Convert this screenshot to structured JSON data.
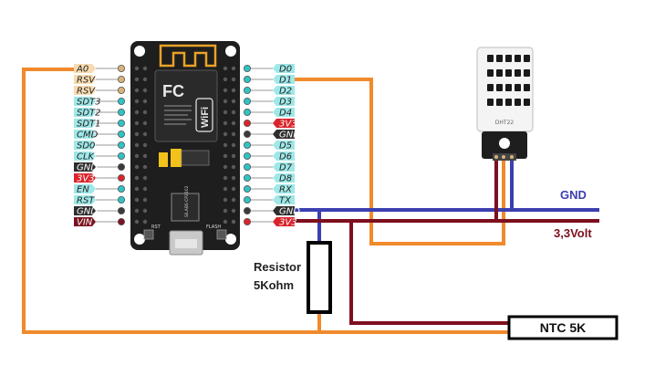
{
  "left_pins": [
    {
      "label": "A0",
      "type": "analog"
    },
    {
      "label": "RSV",
      "type": "analog"
    },
    {
      "label": "RSV",
      "type": "analog"
    },
    {
      "label": "SDT3",
      "type": "gpio"
    },
    {
      "label": "SDT2",
      "type": "gpio"
    },
    {
      "label": "SDT1",
      "type": "gpio"
    },
    {
      "label": "CMD",
      "type": "gpio"
    },
    {
      "label": "SD0",
      "type": "gpio"
    },
    {
      "label": "CLK",
      "type": "gpio"
    },
    {
      "label": "GND",
      "type": "gnd"
    },
    {
      "label": "3V3",
      "type": "power"
    },
    {
      "label": "EN",
      "type": "gpio"
    },
    {
      "label": "RST",
      "type": "gpio"
    },
    {
      "label": "GND",
      "type": "gnd"
    },
    {
      "label": "VIN",
      "type": "vin"
    }
  ],
  "right_pins": [
    {
      "label": "D0",
      "type": "gpio"
    },
    {
      "label": "D1",
      "type": "gpio"
    },
    {
      "label": "D2",
      "type": "gpio"
    },
    {
      "label": "D3",
      "type": "gpio"
    },
    {
      "label": "D4",
      "type": "gpio"
    },
    {
      "label": "3V3",
      "type": "power"
    },
    {
      "label": "GND",
      "type": "gnd"
    },
    {
      "label": "D5",
      "type": "gpio"
    },
    {
      "label": "D6",
      "type": "gpio"
    },
    {
      "label": "D7",
      "type": "gpio"
    },
    {
      "label": "D8",
      "type": "gpio"
    },
    {
      "label": "RX",
      "type": "gpio"
    },
    {
      "label": "TX",
      "type": "gpio"
    },
    {
      "label": "GND",
      "type": "gnd"
    },
    {
      "label": "3V3",
      "type": "power"
    }
  ],
  "board": {
    "wifi_text": "WiFi",
    "fc_text": "FC",
    "btn_rst": "RST",
    "btn_flash": "FLASH",
    "chip_text": "SILABS CP2102"
  },
  "sensor": {
    "model": "DHT22"
  },
  "labels": {
    "gnd": "GND",
    "v33": "3,3Volt",
    "resistor_line1": "Resistor",
    "resistor_line2": "5Kohm",
    "ntc": "NTC 5K"
  },
  "colors": {
    "orange": "#f08a2c",
    "blue": "#3b3fb0",
    "darkred": "#7d0f1e",
    "gpio_tag": "#9fe8e8",
    "analog_tag": "#f7dbb0",
    "gnd_tag": "#2d2d2d",
    "power_tag": "#d9242c",
    "vin_tag": "#7b1420",
    "board": "#1e1e1e"
  }
}
